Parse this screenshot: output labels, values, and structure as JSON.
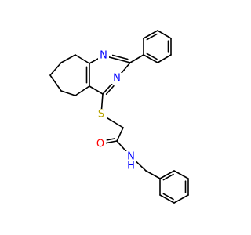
{
  "molecule": {
    "atoms": {
      "n1": {
        "symbol": "N"
      },
      "n3": {
        "symbol": "N"
      },
      "s": {
        "symbol": "S"
      },
      "o": {
        "symbol": "O"
      },
      "nh": {
        "symbol": "N"
      },
      "h": {
        "symbol": "H"
      }
    },
    "colors": {
      "bond": "#000000",
      "nitrogen": "#0000ff",
      "sulfur": "#b8a400",
      "oxygen": "#ff0000"
    }
  }
}
